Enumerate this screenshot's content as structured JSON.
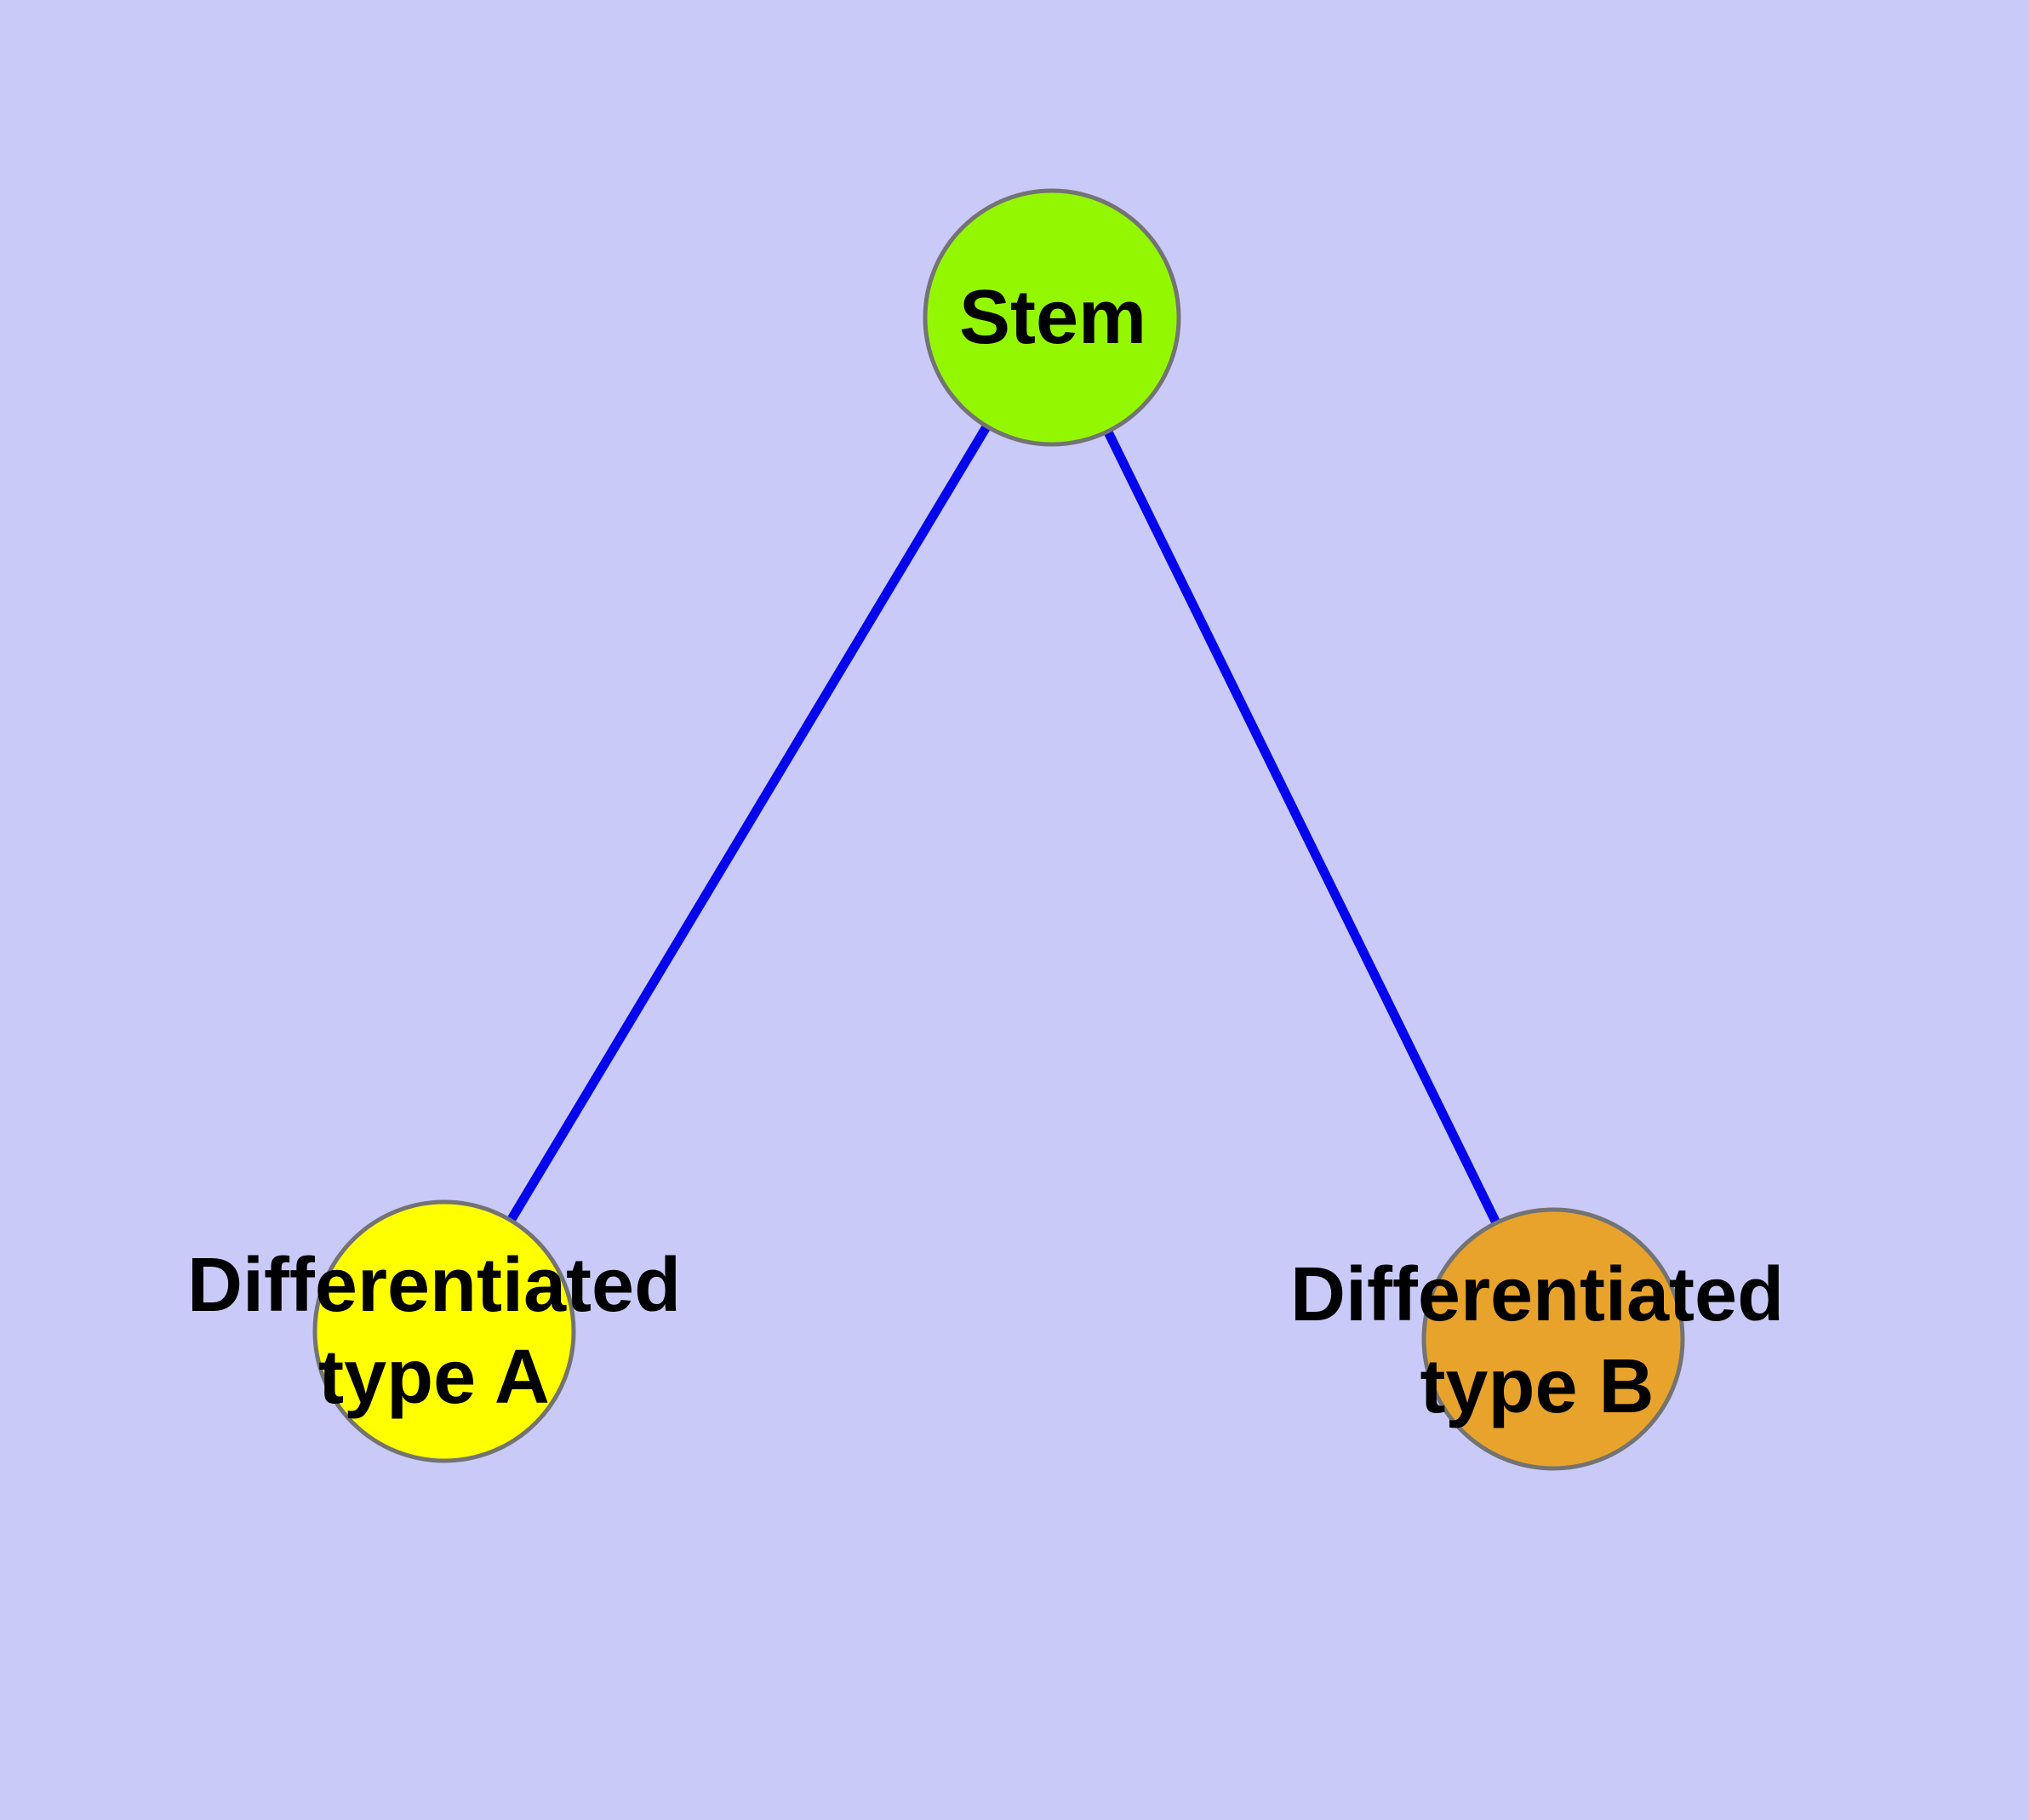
{
  "diagram": {
    "type": "graph",
    "description": "Cell differentiation hierarchy: stem node with two differentiated child types",
    "background_color": "#cacaf8",
    "edge_color": "#0505ec",
    "node_border_color": "#737373",
    "label_color": "#000000",
    "nodes": {
      "stem": {
        "label": "Stem",
        "fill": "#94f702"
      },
      "diff_a": {
        "label_line1": "Differentiated",
        "label_line2": "type A",
        "fill": "#ffff00"
      },
      "diff_b": {
        "label_line1": "Differentiated",
        "label_line2": "type B",
        "fill": "#e8a32d"
      }
    },
    "edges": [
      {
        "from": "Stem",
        "to": "Differentiated type A"
      },
      {
        "from": "Stem",
        "to": "Differentiated type B"
      }
    ]
  }
}
